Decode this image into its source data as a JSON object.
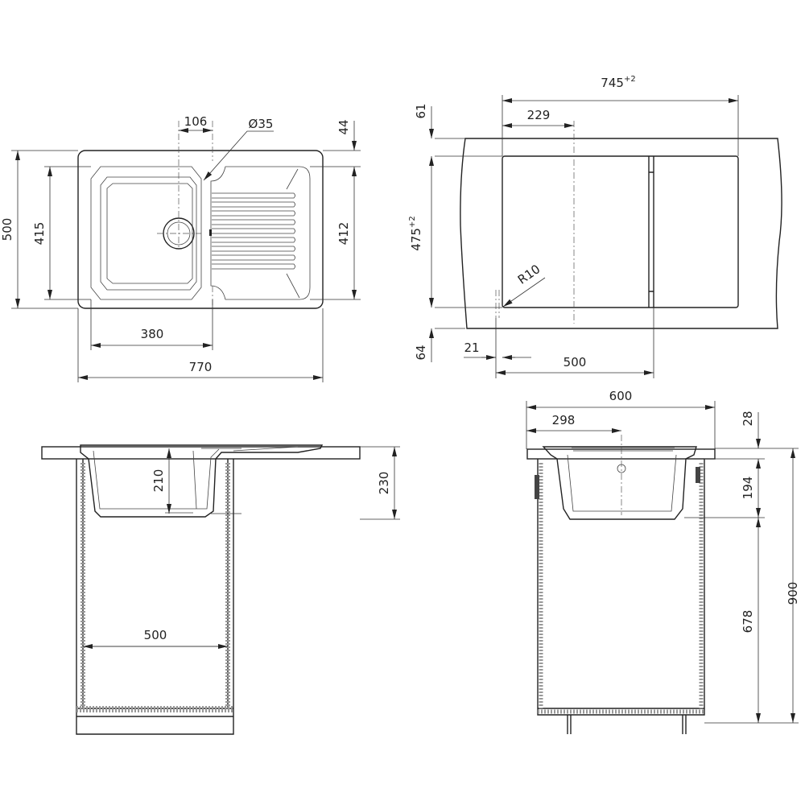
{
  "top_view": {
    "width": "770",
    "height": "500",
    "bowl_width": "380",
    "bowl_length": "415",
    "drainer_length": "412",
    "edge_offset": "44",
    "drain_offset": "106",
    "tap_hole": "Ø35"
  },
  "cutout_view": {
    "width": "745",
    "width_tol": "+2",
    "height": "475",
    "height_tol": "+2",
    "drain_offset": "229",
    "top_margin": "61",
    "bottom_margin": "64",
    "radius": "R10",
    "side_margin": "21",
    "cabinet_width": "500"
  },
  "side_view": {
    "bowl_depth": "210",
    "total_depth": "230",
    "cabinet_width": "500"
  },
  "front_view": {
    "cabinet_depth": "600",
    "drain_offset": "298",
    "counter_thickness": "28",
    "bowl_depth": "194",
    "cabinet_height": "678",
    "total_height": "900"
  },
  "colors": {
    "line": "#222222",
    "background": "#ffffff"
  }
}
